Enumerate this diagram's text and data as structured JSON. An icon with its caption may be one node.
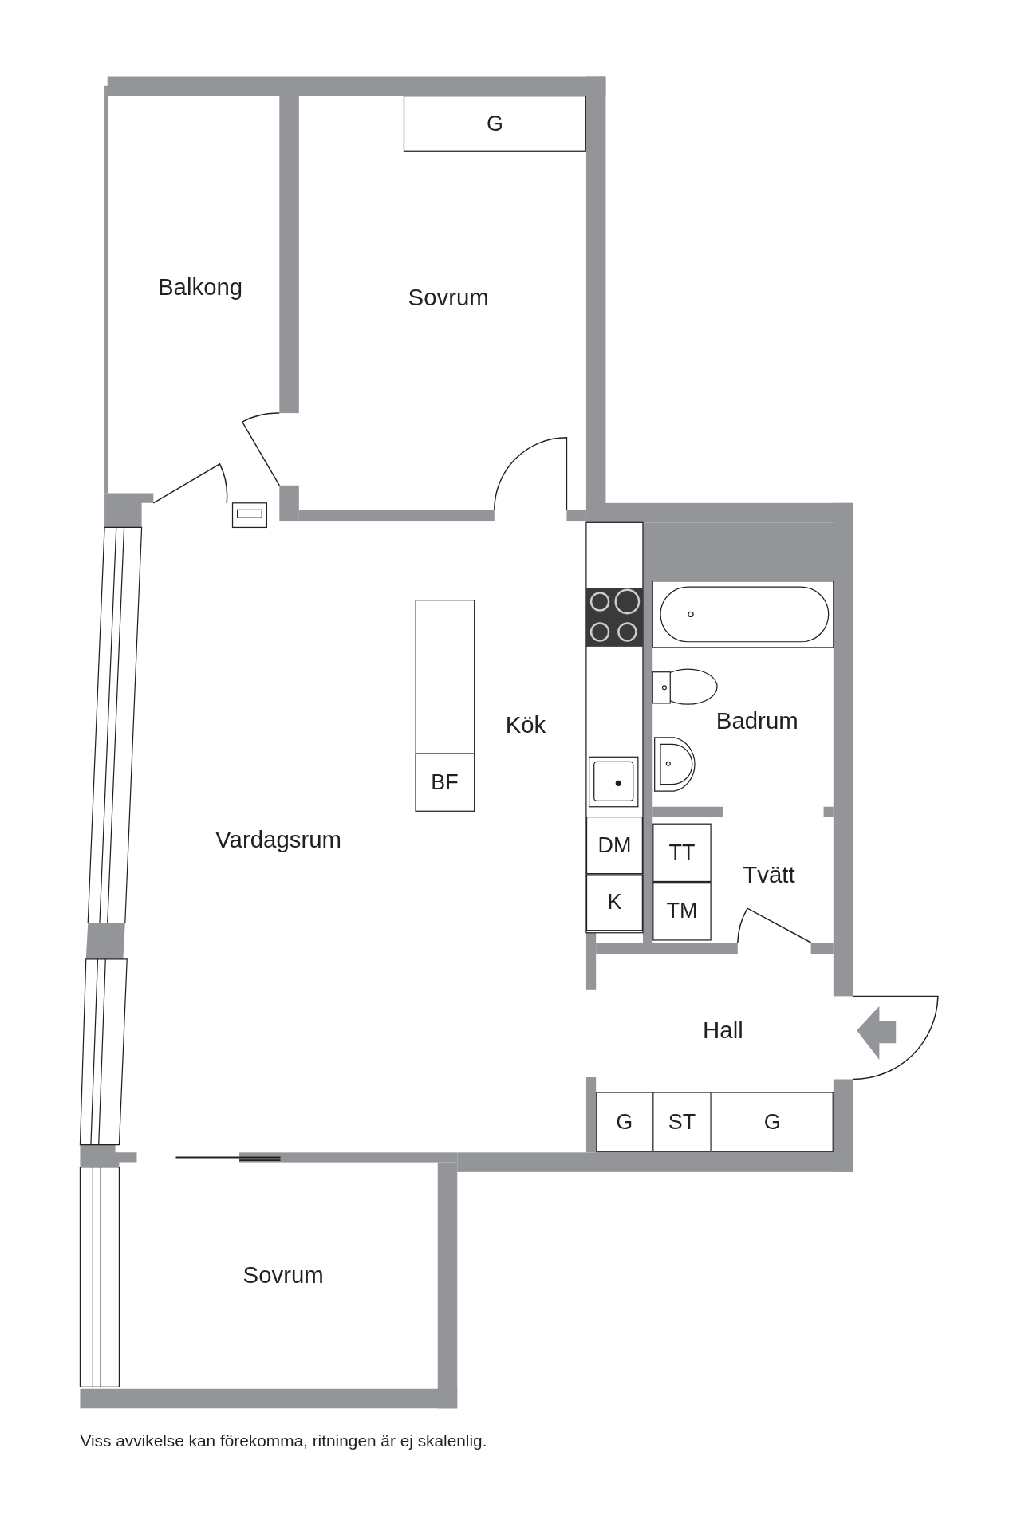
{
  "diagram": {
    "caption": "Viss avvikelse kan förekomma, ritningen är ej skalenlig.",
    "nodes": [
      {
        "text": [
          "G"
        ]
      },
      {
        "text": [],
        "shape": "box"
      },
      {
        "text": [
          "BF"
        ],
        "in": 1
      },
      {
        "text": [
          "DM"
        ]
      },
      {
        "text": [
          "TT"
        ]
      },
      {
        "text": [
          "K"
        ]
      },
      {
        "text": [
          "TM"
        ]
      },
      {
        "text": [
          "G"
        ]
      },
      {
        "text": [
          "ST"
        ]
      },
      {
        "text": [
          "G"
        ]
      }
    ],
    "labels": [
      "Balkong",
      "Sovrum",
      "Kök",
      "Badrum",
      "Vardagsrum",
      "Tvätt",
      "Hall",
      "Sovrum"
    ]
  }
}
